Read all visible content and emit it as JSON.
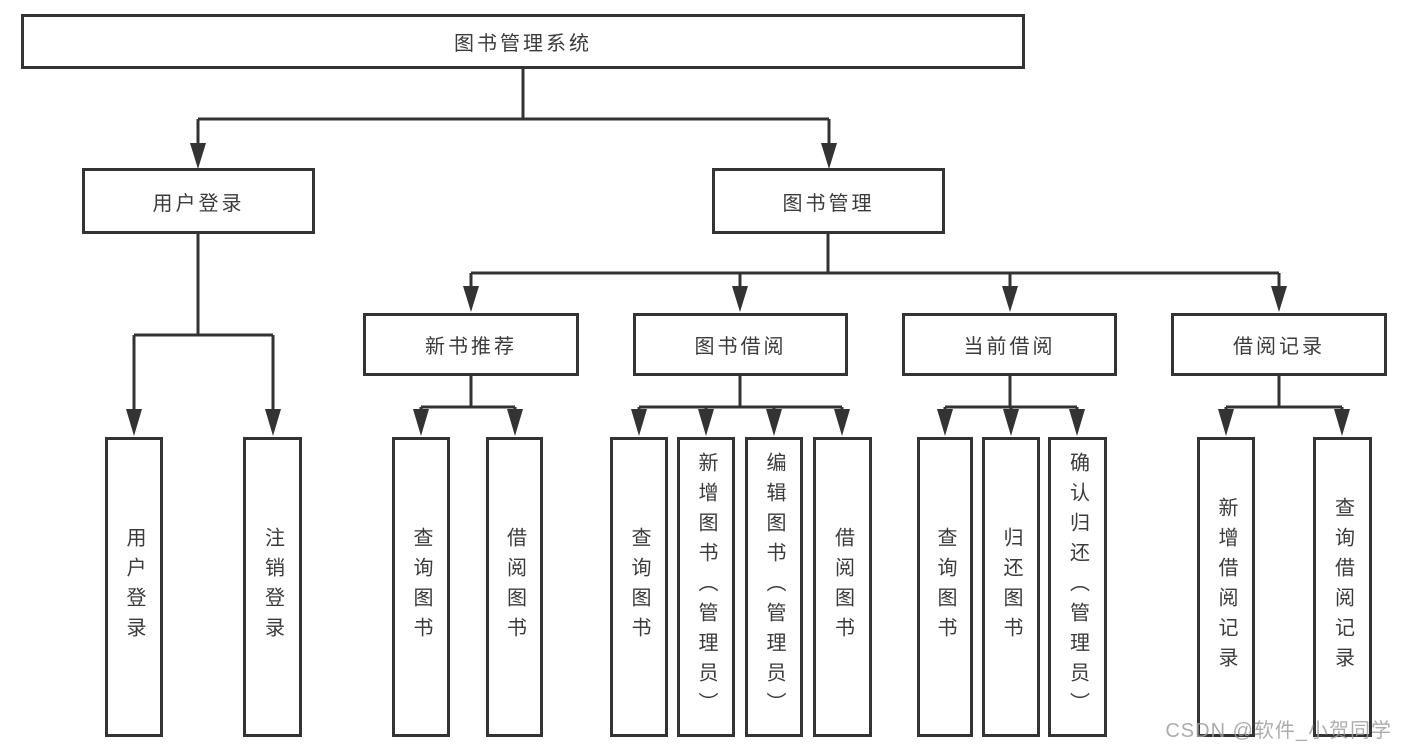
{
  "diagram": {
    "title": "图书管理系统",
    "nodes": {
      "root": "图书管理系统",
      "user_login": "用户登录",
      "book_mgmt": "图书管理",
      "new_book_rec": "新书推荐",
      "book_borrow": "图书借阅",
      "current_borrow": "当前借阅",
      "borrow_records": "借阅记录",
      "leaf_user_login": "用户登录",
      "leaf_logout": "注销登录",
      "leaf_query_book_1": "查询图书",
      "leaf_borrow_book_1": "借阅图书",
      "leaf_query_book_2": "查询图书",
      "leaf_add_book": "新增图书（管理员）",
      "leaf_edit_book": "编辑图书（管理员）",
      "leaf_borrow_book_2": "借阅图书",
      "leaf_query_book_3": "查询图书",
      "leaf_return_book": "归还图书",
      "leaf_confirm_return": "确认归还（管理员）",
      "leaf_add_borrow_record": "新增借阅记录",
      "leaf_query_borrow_record": "查询借阅记录"
    },
    "hierarchy": {
      "图书管理系统": {
        "用户登录": [
          "用户登录",
          "注销登录"
        ],
        "图书管理": {
          "新书推荐": [
            "查询图书",
            "借阅图书"
          ],
          "图书借阅": [
            "查询图书",
            "新增图书（管理员）",
            "编辑图书（管理员）",
            "借阅图书"
          ],
          "当前借阅": [
            "查询图书",
            "归还图书",
            "确认归还（管理员）"
          ],
          "借阅记录": [
            "新增借阅记录",
            "查询借阅记录"
          ]
        }
      }
    }
  },
  "watermark": "CSDN @软件_小贺同学",
  "colors": {
    "line": "#333333",
    "text": "#3b3b3b",
    "watermark": "#9e9e9e",
    "background": "#ffffff"
  }
}
